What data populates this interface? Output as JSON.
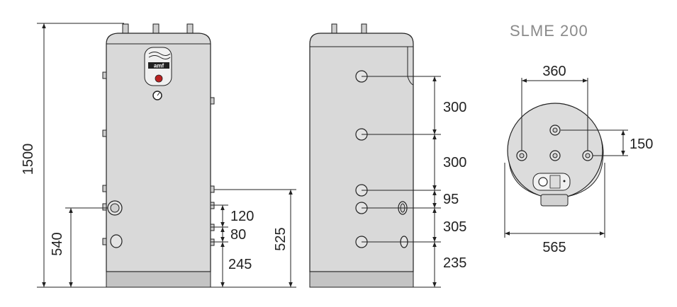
{
  "title": "SLME 200",
  "brand_logo": "amf",
  "front_view": {
    "height_total": "1500",
    "inlet_height": "540",
    "connection_spacings": [
      "120",
      "80"
    ],
    "bottom_offset": "245",
    "left_dim": "525"
  },
  "side_view": {
    "spacings": [
      "300",
      "300",
      "95",
      "305",
      "235"
    ]
  },
  "top_view": {
    "diameter_inner": "360",
    "offset": "150",
    "diameter_outer": "565"
  }
}
